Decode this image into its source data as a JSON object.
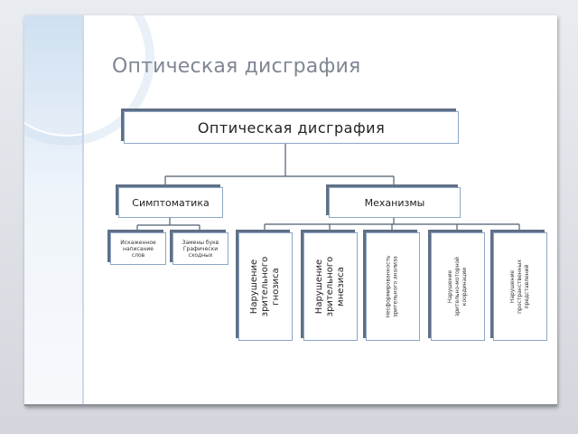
{
  "slide": {
    "title": "Оптическая дисграфия"
  },
  "diagram": {
    "root": "Оптическая дисграфия",
    "symptoms": {
      "label": "Симптоматика",
      "children": [
        "Искаженное\nнаписание\nслов",
        "Замены букв\nГрафически\nсходных"
      ]
    },
    "mechanisms": {
      "label": "Механизмы",
      "children": [
        "Нарушение\nзрительного\nгнозиса",
        "Нарушение\nзрительного\nмнезиса",
        "Несформированность\nзрительного анализа",
        "Нарушение\nзрительно-моторной\nкоординации",
        "Нарушение\nпространственных\nпредставлений"
      ]
    }
  },
  "colors": {
    "box_border": "#8ea6c4",
    "box_shadow": "#5f6f85",
    "connector": "#4f5d70",
    "title": "#7f8793"
  }
}
